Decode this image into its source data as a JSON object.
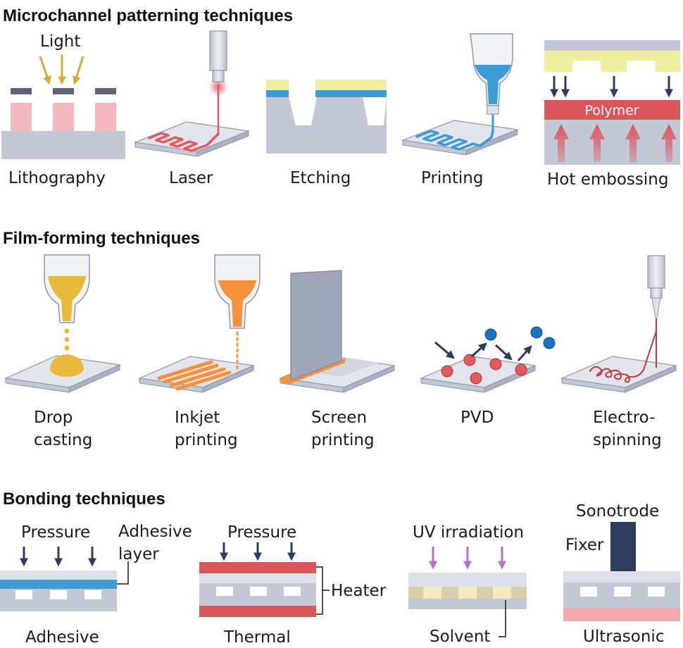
{
  "sections": {
    "patterning": {
      "title": "Microchannel patterning techniques",
      "light_label": "Light",
      "polymer_label": "Polymer",
      "items": [
        "Lithography",
        "Laser",
        "Etching",
        "Printing",
        "Hot embossing"
      ]
    },
    "film": {
      "title": "Film-forming techniques",
      "items": [
        {
          "line1": "Drop",
          "line2": "casting"
        },
        {
          "line1": "Inkjet",
          "line2": "printing"
        },
        {
          "line1": "Screen",
          "line2": "printing"
        },
        {
          "line1": "PVD",
          "line2": ""
        },
        {
          "line1": "Electro-",
          "line2": "spinning"
        }
      ]
    },
    "bonding": {
      "title": "Bonding techniques",
      "pressure_label": "Pressure",
      "adhesive_layer_line1": "Adhesive",
      "adhesive_layer_line2": "layer",
      "heater_label": "Heater",
      "uv_label": "UV irradiation",
      "solvent_label": "Solvent",
      "sonotrode_label": "Sonotrode",
      "fixer_label": "Fixer",
      "items": [
        "Adhesive",
        "Thermal",
        "Solvent",
        "Ultrasonic"
      ]
    }
  },
  "colors": {
    "substrate": "#c3c8d6",
    "substrate_light": "#e2e5ec",
    "mask_dark": "#5b6479",
    "litho_pink": "#f4b8c0",
    "laser_red": "#e4585e",
    "etch_yellow": "#eeef9e",
    "etch_blue": "#3d9bd5",
    "print_blue": "#3d9bd5",
    "emboss_red": "#d9565b",
    "arrow_navy": "#2f3d5c",
    "light_gold": "#d9a83a",
    "drop_yellow": "#e8b93a",
    "inkjet_orange": "#f5913a",
    "pvd_red": "#e4585e",
    "pvd_blue": "#1d74bd",
    "uv_purple": "#b670c7",
    "solvent_cream": "#f7e9b9",
    "ultra_pink": "#f2a8ae",
    "sonotrode": "#2f3d5c"
  }
}
